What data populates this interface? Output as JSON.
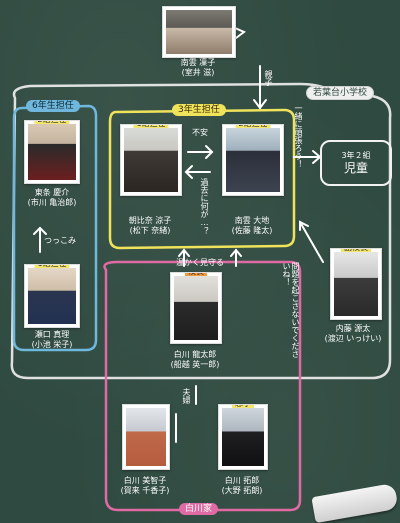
{
  "diagram": {
    "groups": {
      "school": "若葉台小学校",
      "grade6": "6年生担任",
      "grade3": "3年生担任",
      "shirakawa": "白川家"
    },
    "class_box": {
      "line1": "3年２組",
      "line2": "児童"
    },
    "people": [
      {
        "id": "nagumo-rinko",
        "role": "",
        "name": "南雲 凜子",
        "actor": "(室井 滋)"
      },
      {
        "id": "tojo",
        "role": "2組担任",
        "name": "東条 慶介",
        "actor": "(市川 亀治郎)"
      },
      {
        "id": "setoguchi",
        "role": "1組担任",
        "name": "瀬口 真理",
        "actor": "(小池 栄子)"
      },
      {
        "id": "asahina",
        "role": "1組担任",
        "name": "朝比奈 涼子",
        "actor": "(松下 奈緒)"
      },
      {
        "id": "nagumo-daichi",
        "role": "2組担任",
        "name": "南雲 大地",
        "actor": "(佐藤 隆太)"
      },
      {
        "id": "naito",
        "role": "副校長",
        "name": "内藤 源太",
        "actor": "(渡辺 いっけい)"
      },
      {
        "id": "shirakawa-ryutaro",
        "role": "校長",
        "name": "白川 龍太郎",
        "actor": "(船越 英一郎)"
      },
      {
        "id": "shirakawa-miyako",
        "role": "",
        "name": "白川 美智子",
        "actor": "(賀来 千香子)"
      },
      {
        "id": "shirakawa-takuro",
        "role": "息子",
        "name": "白川 拓郎",
        "actor": "(大野 拓朗)"
      }
    ],
    "relations": {
      "oyako": "親子",
      "fuan": "不安",
      "kako": "過去に何が…？",
      "isshoni": "一緒に頑張ろう！",
      "tsukkomi": "つっこみ",
      "atatakaku": "温かく見守る",
      "mondai": "問題を起こさないでくださいね！",
      "fuufu": "夫婦"
    }
  }
}
